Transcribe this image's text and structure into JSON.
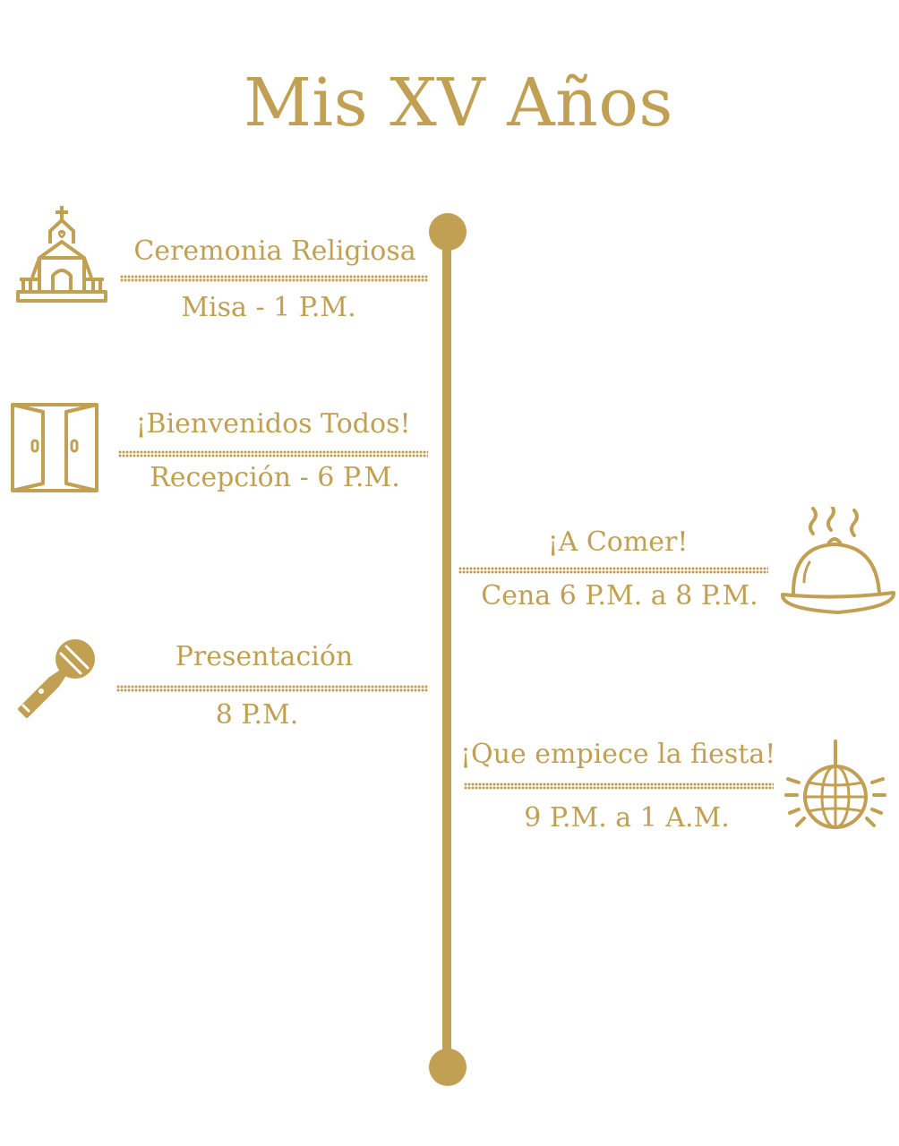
{
  "title": "Mis XV Años",
  "colors": {
    "accent": "#C1A053",
    "background": "#FFFFFF"
  },
  "events": [
    {
      "side": "left",
      "title": "Ceremonia Religiosa",
      "time": "Misa - 1 P.M.",
      "icon": "church-icon"
    },
    {
      "side": "left",
      "title": "¡Bienvenidos Todos!",
      "time": "Recepción - 6 P.M.",
      "icon": "double-door-icon"
    },
    {
      "side": "right",
      "title": "¡A Comer!",
      "time": "Cena 6 P.M. a 8 P.M.",
      "icon": "serving-cloche-icon"
    },
    {
      "side": "left",
      "title": "Presentación",
      "time": "8 P.M.",
      "icon": "microphone-icon"
    },
    {
      "side": "right",
      "title": "¡Que empiece la fiesta!",
      "time": "9 P.M. a 1 A.M.",
      "icon": "disco-ball-icon"
    }
  ]
}
